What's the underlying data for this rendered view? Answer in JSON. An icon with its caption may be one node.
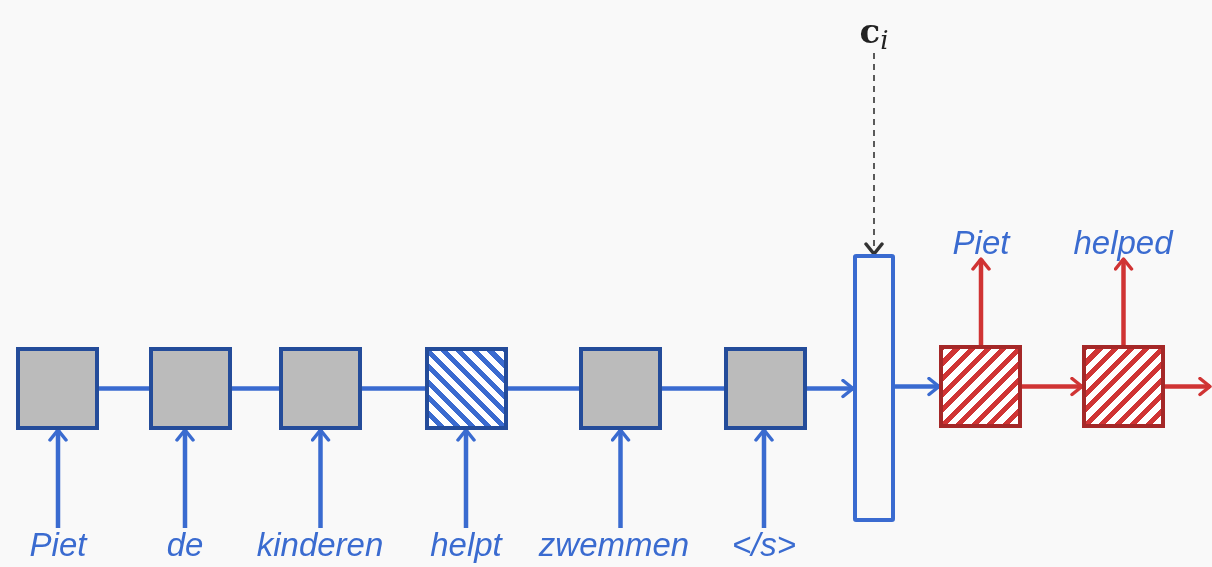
{
  "diagram": {
    "nodes": [
      {
        "text": [],
        "shape": "box"
      },
      {
        "text": [],
        "shape": "box"
      },
      {
        "text": [],
        "shape": "box"
      },
      {
        "text": [],
        "shape": "box"
      },
      {
        "text": [],
        "shape": "box"
      },
      {
        "text": [],
        "shape": "box"
      },
      {
        "text": [],
        "shape": "bar"
      },
      {
        "text": [],
        "shape": "box"
      },
      {
        "text": [],
        "shape": "box"
      },
      {
        "text": [
          "Piet"
        ]
      },
      {
        "text": [
          "de"
        ]
      },
      {
        "text": [
          "kinderen"
        ]
      },
      {
        "text": [
          "helpt"
        ]
      },
      {
        "text": [
          "zwemmen"
        ]
      },
      {
        "text": [
          "</s>"
        ]
      },
      {
        "text": [
          "Piet"
        ]
      },
      {
        "text": [
          "helped"
        ]
      },
      {
        "text": [
          "**c**$_{i}$"
        ]
      }
    ],
    "edges": [
      {
        "from": 9,
        "to": 0,
        "arrow": "to"
      },
      {
        "from": 10,
        "to": 1,
        "arrow": "to"
      },
      {
        "from": 11,
        "to": 2,
        "arrow": "to"
      },
      {
        "from": 12,
        "to": 3,
        "arrow": "to"
      },
      {
        "from": 13,
        "to": 4,
        "arrow": "to"
      },
      {
        "from": 14,
        "to": 5,
        "arrow": "to"
      },
      {
        "from": 0,
        "to": 1,
        "arrow": "none"
      },
      {
        "from": 1,
        "to": 2,
        "arrow": "none"
      },
      {
        "from": 2,
        "to": 3,
        "arrow": "none"
      },
      {
        "from": 3,
        "to": 4,
        "arrow": "none"
      },
      {
        "from": 4,
        "to": 5,
        "arrow": "none"
      },
      {
        "from": 5,
        "to": 6,
        "arrow": "to"
      },
      {
        "from": 6,
        "to": 7,
        "arrow": "to"
      },
      {
        "from": 7,
        "to": 8,
        "arrow": "to",
        "color": "#d03434"
      },
      {
        "from": 8,
        "to": null,
        "arrow": "to",
        "color": "#d03434"
      },
      {
        "from": 7,
        "to": 15,
        "arrow": "to",
        "color": "#d03434"
      },
      {
        "from": 8,
        "to": 16,
        "arrow": "to",
        "color": "#d03434"
      },
      {
        "from": 17,
        "to": 6,
        "arrow": "to",
        "style": "dashed",
        "color": "#333333"
      }
    ]
  }
}
